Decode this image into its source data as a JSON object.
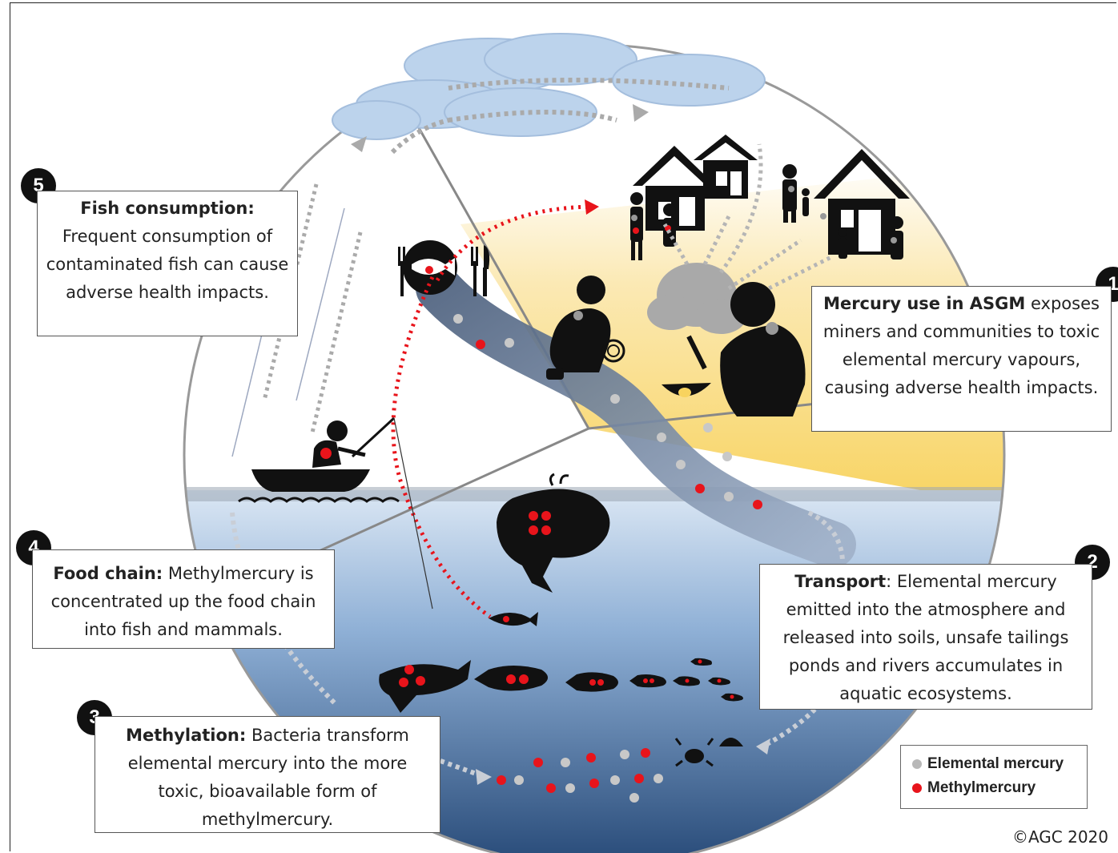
{
  "boxes": {
    "fish_consumption": {
      "number": "5",
      "title": "Fish consumption:",
      "body": "Frequent consumption of contaminated fish can cause adverse health impacts."
    },
    "asgm": {
      "number": "1",
      "title": "Mercury use in ASGM",
      "body": " exposes miners and communities to toxic elemental mercury vapours, causing adverse health impacts."
    },
    "transport": {
      "number": "2",
      "title": "Transport",
      "body": ": Elemental mercury emitted into the atmosphere and released into soils, unsafe tailings ponds and rivers accumulates in aquatic ecosystems."
    },
    "food_chain": {
      "number": "4",
      "title": "Food chain:",
      "body": " Methylmercury is concentrated up the food chain into fish and mammals."
    },
    "methylation": {
      "number": "3",
      "title": "Methylation:",
      "body": " Bacteria transform elemental mercury into the more toxic, bioavailable form of methylmercury."
    }
  },
  "legend": {
    "elemental": "Elemental mercury",
    "methyl": "Methylmercury"
  },
  "colors": {
    "elemental": "#b8b8b8",
    "methyl": "#e8141b",
    "water_top": "#cfe0f2",
    "water_bottom": "#1c3f6e",
    "sand": "#f8d46a"
  },
  "icons": [
    "cloud-icon",
    "house-icon",
    "person-icon",
    "miner-icon",
    "fishing-boat-icon",
    "whale-icon",
    "shark-icon",
    "fish-icon",
    "crab-icon",
    "shell-icon",
    "plate-fish-icon",
    "fork-icon",
    "knife-icon"
  ],
  "copyright": "©AGC 2020"
}
